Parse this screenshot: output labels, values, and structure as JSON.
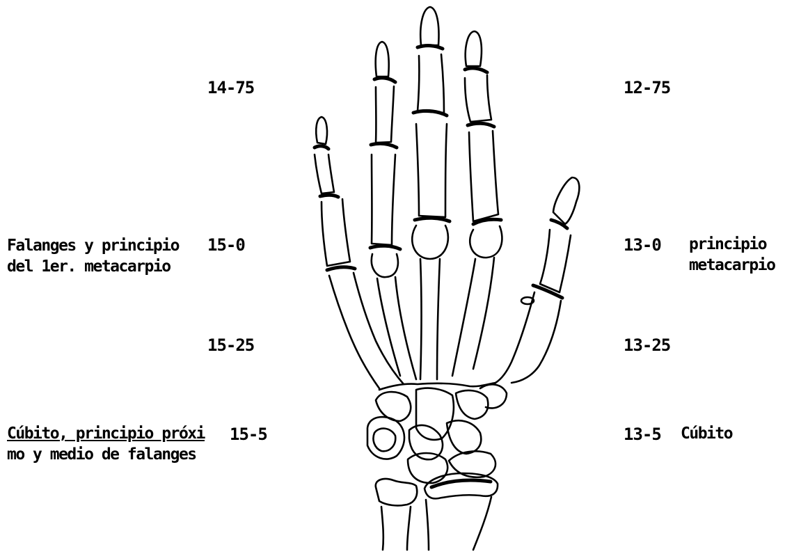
{
  "left_labels": {
    "l1": "14-75",
    "l2": "15-0",
    "l3": "15-25",
    "l4": "15-5"
  },
  "right_labels": {
    "r1": "12-75",
    "r2": "13-0",
    "r3": "13-25",
    "r4": "13-5"
  },
  "left_descriptions": {
    "d1_line1": "Falanges y principio",
    "d1_line2": "del 1er. metacarpio",
    "d2_line1_a": "Cúbito, principio próxi",
    "d2_line1_b": "",
    "d2_line2": "mo y medio de falanges"
  },
  "right_descriptions": {
    "d1_line1": "principio",
    "d1_line2": "metacarpio",
    "d2": "Cúbito"
  }
}
